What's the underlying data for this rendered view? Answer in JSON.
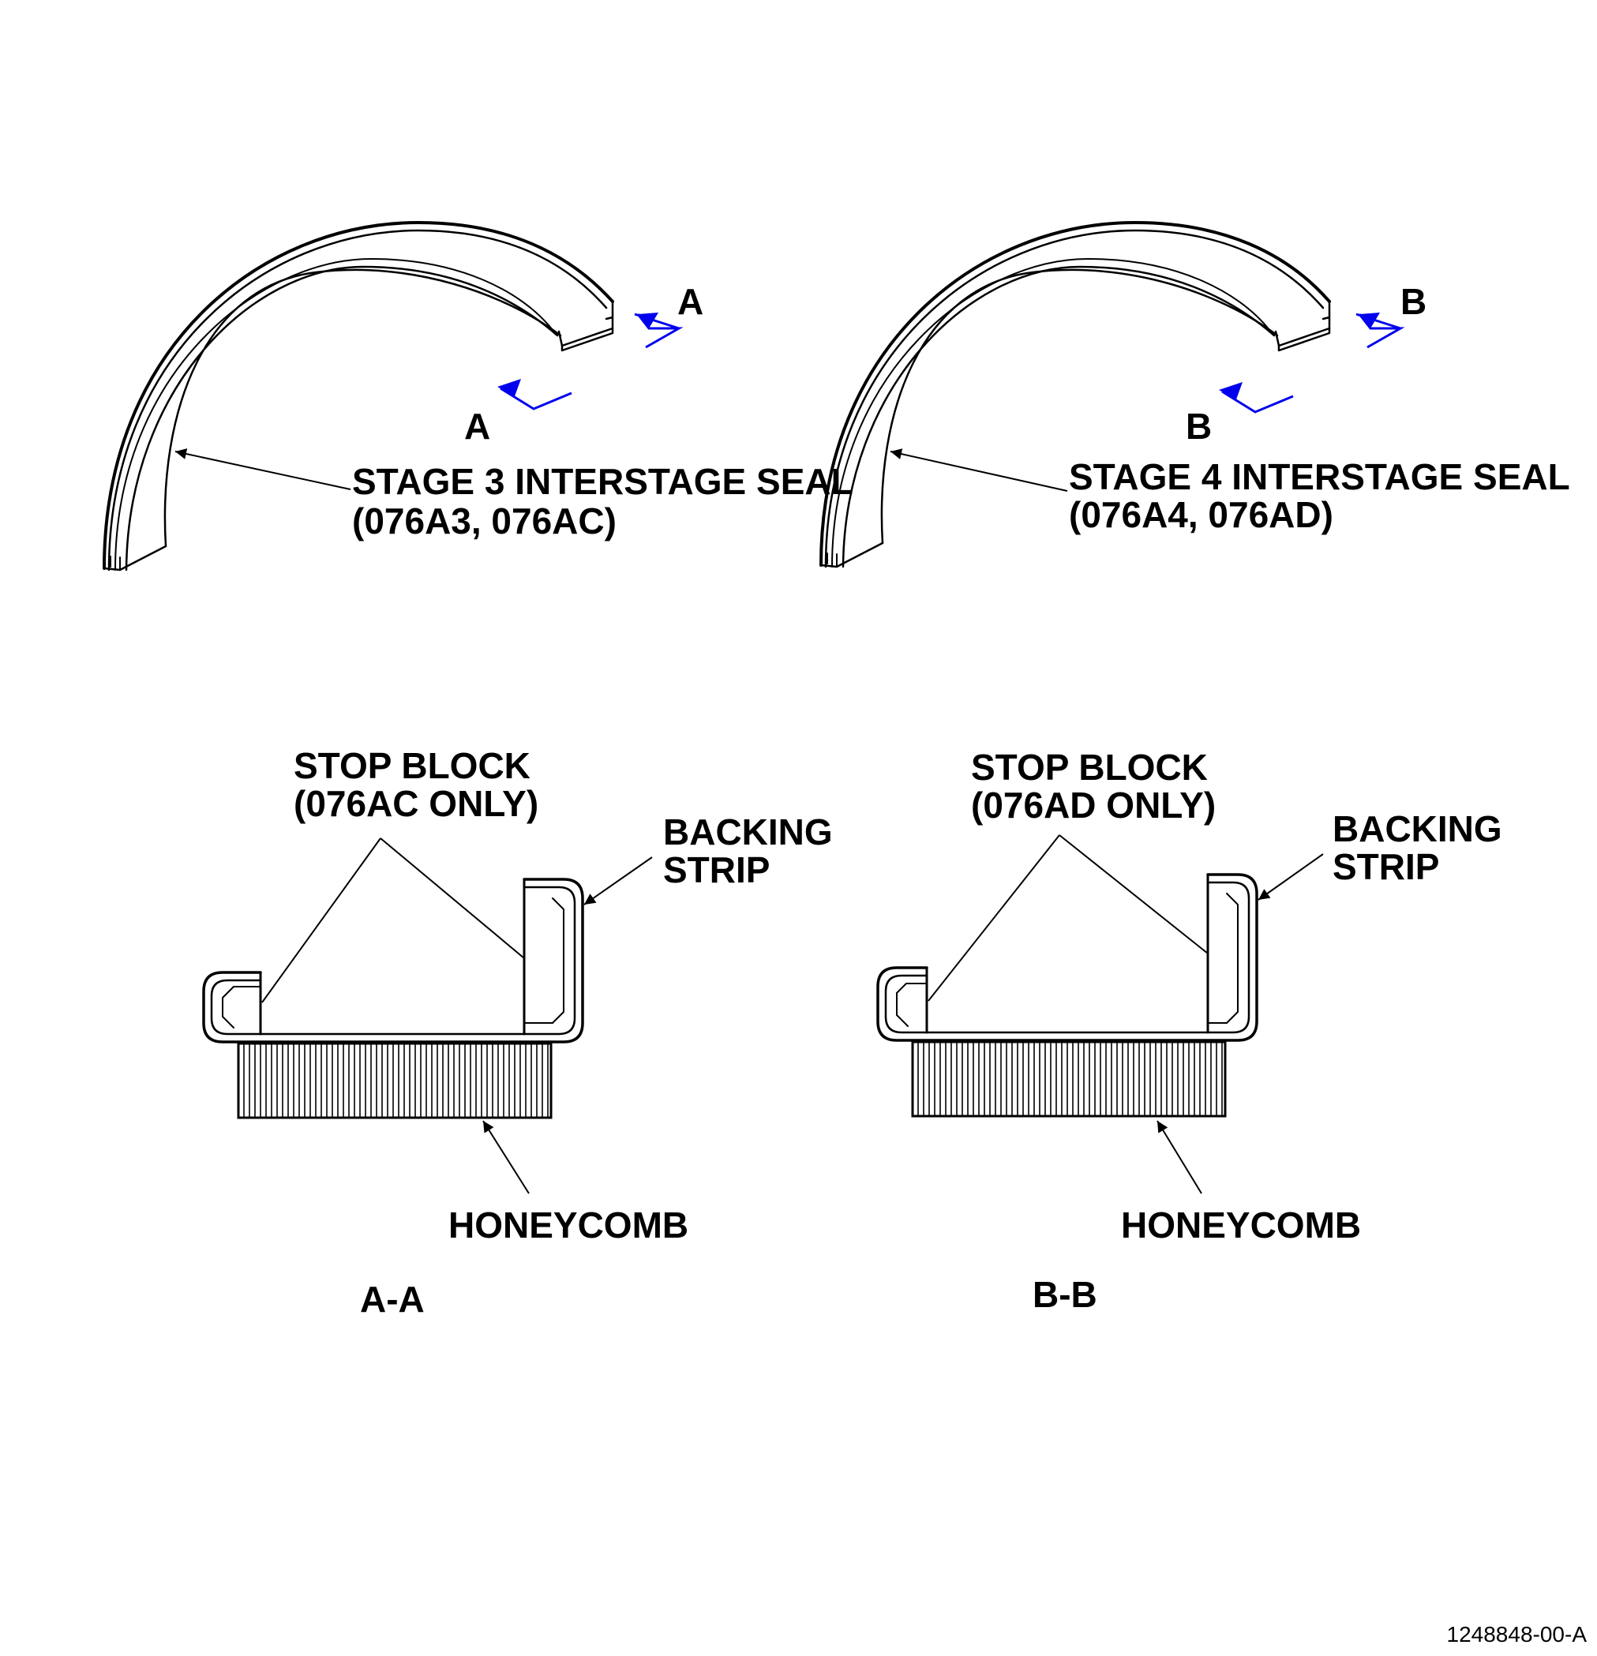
{
  "views": {
    "stage3": {
      "label_line1": "STAGE 3 INTERSTAGE SEAL",
      "label_line2": "(076A3, 076AC)",
      "cut_letter_top": "A",
      "cut_letter_bottom": "A"
    },
    "stage4": {
      "label_line1": "STAGE 4 INTERSTAGE SEAL",
      "label_line2": "(076A4, 076AD)",
      "cut_letter_top": "B",
      "cut_letter_bottom": "B"
    }
  },
  "sections": {
    "aa": {
      "stop_block_line1": "STOP BLOCK",
      "stop_block_line2": "(076AC ONLY)",
      "backing_line1": "BACKING",
      "backing_line2": "STRIP",
      "honeycomb": "HONEYCOMB",
      "section_title": "A-A"
    },
    "bb": {
      "stop_block_line1": "STOP BLOCK",
      "stop_block_line2": "(076AD ONLY)",
      "backing_line1": "BACKING",
      "backing_line2": "STRIP",
      "honeycomb": "HONEYCOMB",
      "section_title": "B-B"
    }
  },
  "figure_id": "1248848-00-A",
  "colors": {
    "ink": "#000000",
    "section_arrow": "#0000ee",
    "background": "#ffffff"
  }
}
